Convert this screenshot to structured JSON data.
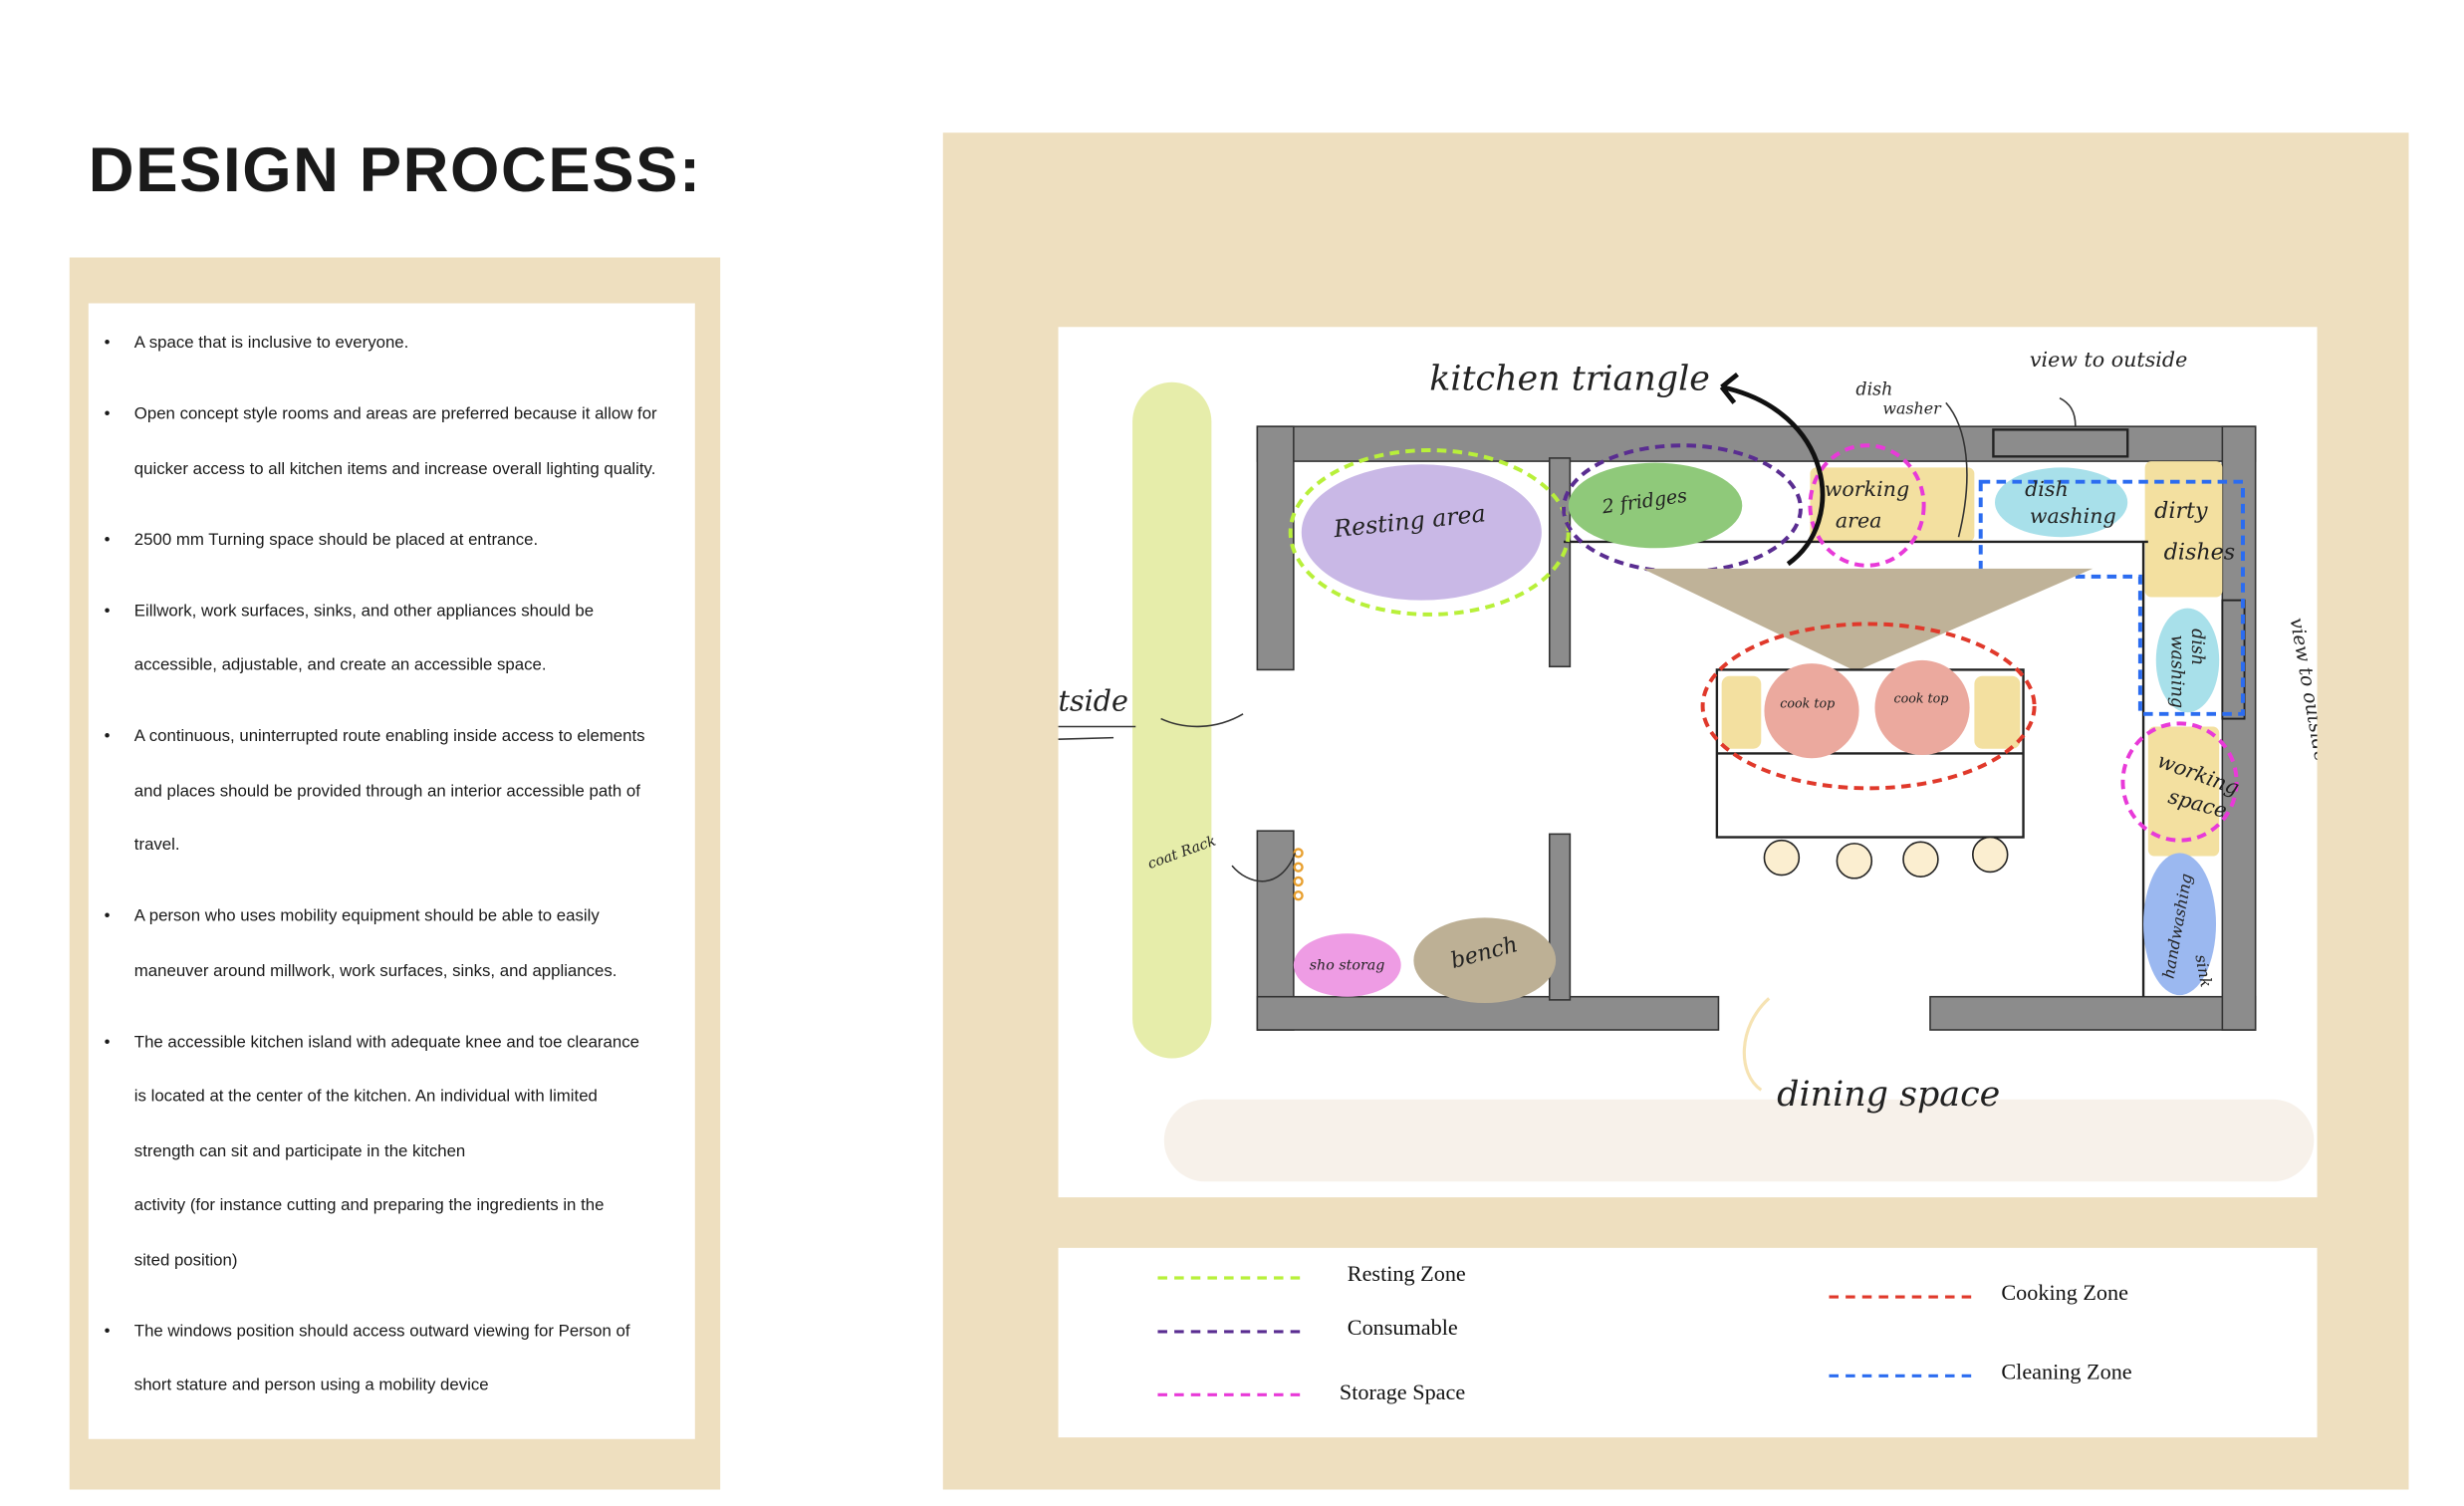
{
  "title": "DESIGN PROCESS:",
  "bullets": [
    {
      "lines": [
        "A space that is inclusive to everyone."
      ]
    },
    {
      "lines": [
        "Open concept style rooms and areas are preferred because it allow for",
        "quicker access to all kitchen items and increase overall lighting quality."
      ]
    },
    {
      "lines": [
        "2500 mm Turning space should be placed at entrance."
      ]
    },
    {
      "lines": [
        "Eillwork, work surfaces, sinks, and other appliances should be",
        "accessible, adjustable, and create an accessible space."
      ]
    },
    {
      "lines": [
        "A continuous, uninterrupted route enabling inside access to elements",
        "and places should be provided through an interior accessible path of",
        "travel."
      ]
    },
    {
      "lines": [
        "A person who uses mobility equipment should be able to easily",
        "maneuver around millwork, work surfaces, sinks, and appliances."
      ]
    },
    {
      "lines": [
        "The accessible kitchen island with adequate knee and toe clearance",
        "is located at the center of the kitchen. An individual with limited",
        "strength can sit and participate in the kitchen",
        "activity (for instance cutting and preparing the ingredients in the",
        "sited position)"
      ]
    },
    {
      "lines": [
        "The windows position should access outward viewing for Person of",
        "short stature and person using a mobility device"
      ]
    }
  ],
  "drawing": {
    "kitchen_triangle": "kitchen triangle",
    "dish_washer": [
      "dish",
      "washer"
    ],
    "view_top": "view to outside",
    "view_right": "view to outside",
    "outside": "tside",
    "coat_rack": "coat Rack",
    "dining": "dining space",
    "resting": "Resting area",
    "fridges": "2 fridges",
    "working_area": [
      "working",
      "area"
    ],
    "dish_washing_top": [
      "dish",
      "washing"
    ],
    "dirty_dishes": [
      "dirty",
      "dishes"
    ],
    "dish_washing_right": [
      "dish",
      "washing"
    ],
    "working_space": [
      "working",
      "space"
    ],
    "handwashing": [
      "handwashing",
      "sink"
    ],
    "cooktop_1": "cook top",
    "cooktop_2": "cook top",
    "shoe_storage": "sho storag",
    "bench": "bench"
  },
  "legend": [
    {
      "label": "Resting Zone",
      "color": "#b8f03a"
    },
    {
      "label": "Consumable",
      "color": "#5a2d91"
    },
    {
      "label": "Storage Space",
      "color": "#e83ad8"
    },
    {
      "label": "Cooking Zone",
      "color": "#e0392b"
    },
    {
      "label": "Cleaning Zone",
      "color": "#2b6cf0"
    }
  ],
  "colors": {
    "panel": "#eedfbf",
    "wall": "#8c8c8c"
  }
}
